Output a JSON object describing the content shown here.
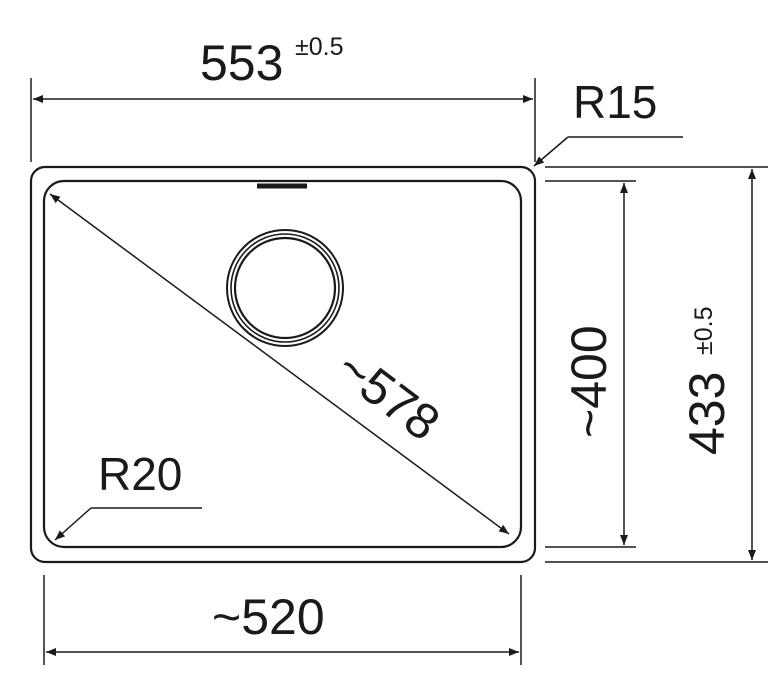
{
  "dimensions": {
    "outer_width": {
      "value": "553",
      "tolerance": "±0.5"
    },
    "outer_height": {
      "value": "433",
      "tolerance": "±0.5"
    },
    "inner_width": {
      "value": "~520"
    },
    "inner_height": {
      "value": "~400"
    },
    "diagonal": {
      "value": "~578"
    },
    "outer_radius": {
      "value": "R15"
    },
    "inner_radius": {
      "value": "R20"
    }
  },
  "colors": {
    "line": "#1a1a1a",
    "background": "#ffffff"
  }
}
